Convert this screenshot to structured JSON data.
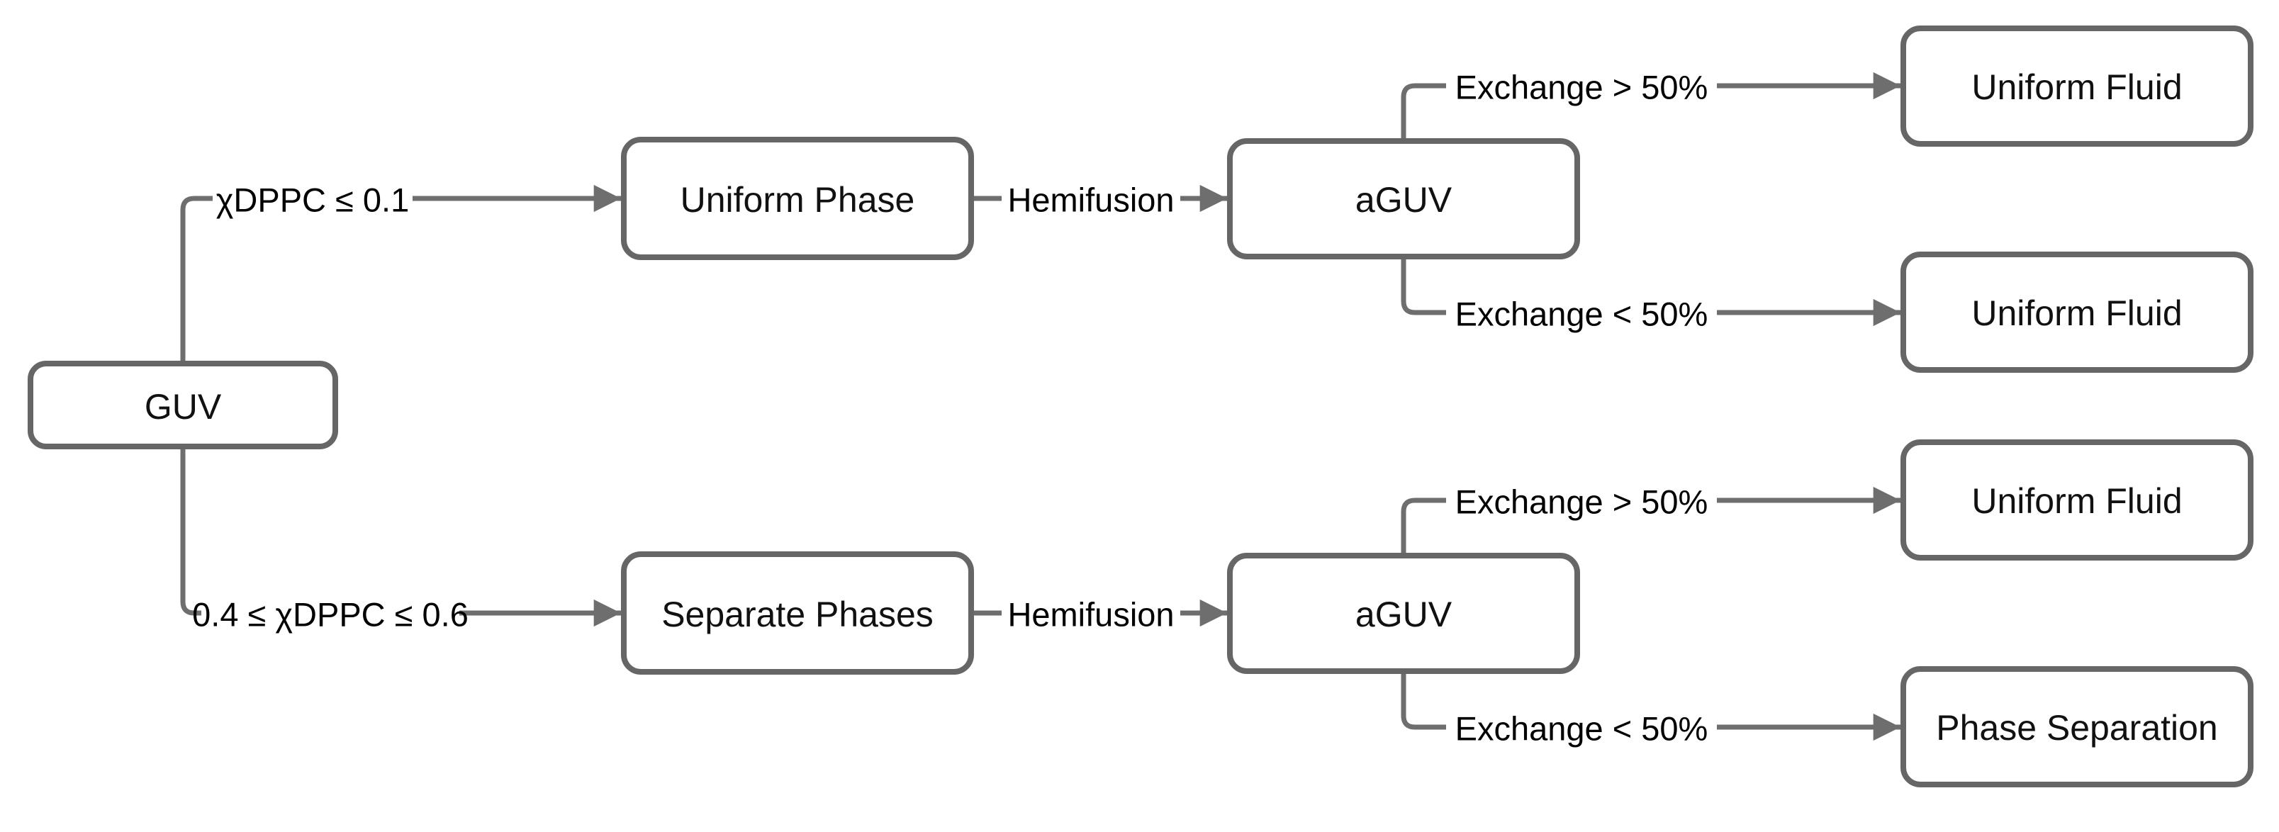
{
  "diagram": {
    "type": "flowchart",
    "background_color": "#ffffff",
    "box_border_color": "#666666",
    "line_color": "#6e6e6e",
    "text_color": "#000000",
    "nodes": {
      "guv": {
        "label": "GUV"
      },
      "uniform_phase": {
        "label": "Uniform Phase"
      },
      "aguv_top": {
        "label": "aGUV"
      },
      "uniform_fluid_1": {
        "label": "Uniform Fluid"
      },
      "uniform_fluid_2": {
        "label": "Uniform Fluid"
      },
      "separate_phases": {
        "label": "Separate Phases"
      },
      "aguv_bottom": {
        "label": "aGUV"
      },
      "uniform_fluid_3": {
        "label": "Uniform Fluid"
      },
      "phase_separation": {
        "label": "Phase Separation"
      }
    },
    "edges": {
      "guv_to_uniform_phase": {
        "label": "χDPPC ≤ 0.1"
      },
      "guv_to_separate_phases": {
        "label": "0.4 ≤ χDPPC ≤ 0.6"
      },
      "uniform_phase_to_aguv": {
        "label": "Hemifusion"
      },
      "separate_phases_to_aguv": {
        "label": "Hemifusion"
      },
      "aguv_top_to_uniform_fluid_1": {
        "label": "Exchange > 50%"
      },
      "aguv_top_to_uniform_fluid_2": {
        "label": "Exchange < 50%"
      },
      "aguv_bottom_to_uniform_fluid_3": {
        "label": "Exchange > 50%"
      },
      "aguv_bottom_to_phase_separation": {
        "label": "Exchange < 50%"
      }
    }
  }
}
